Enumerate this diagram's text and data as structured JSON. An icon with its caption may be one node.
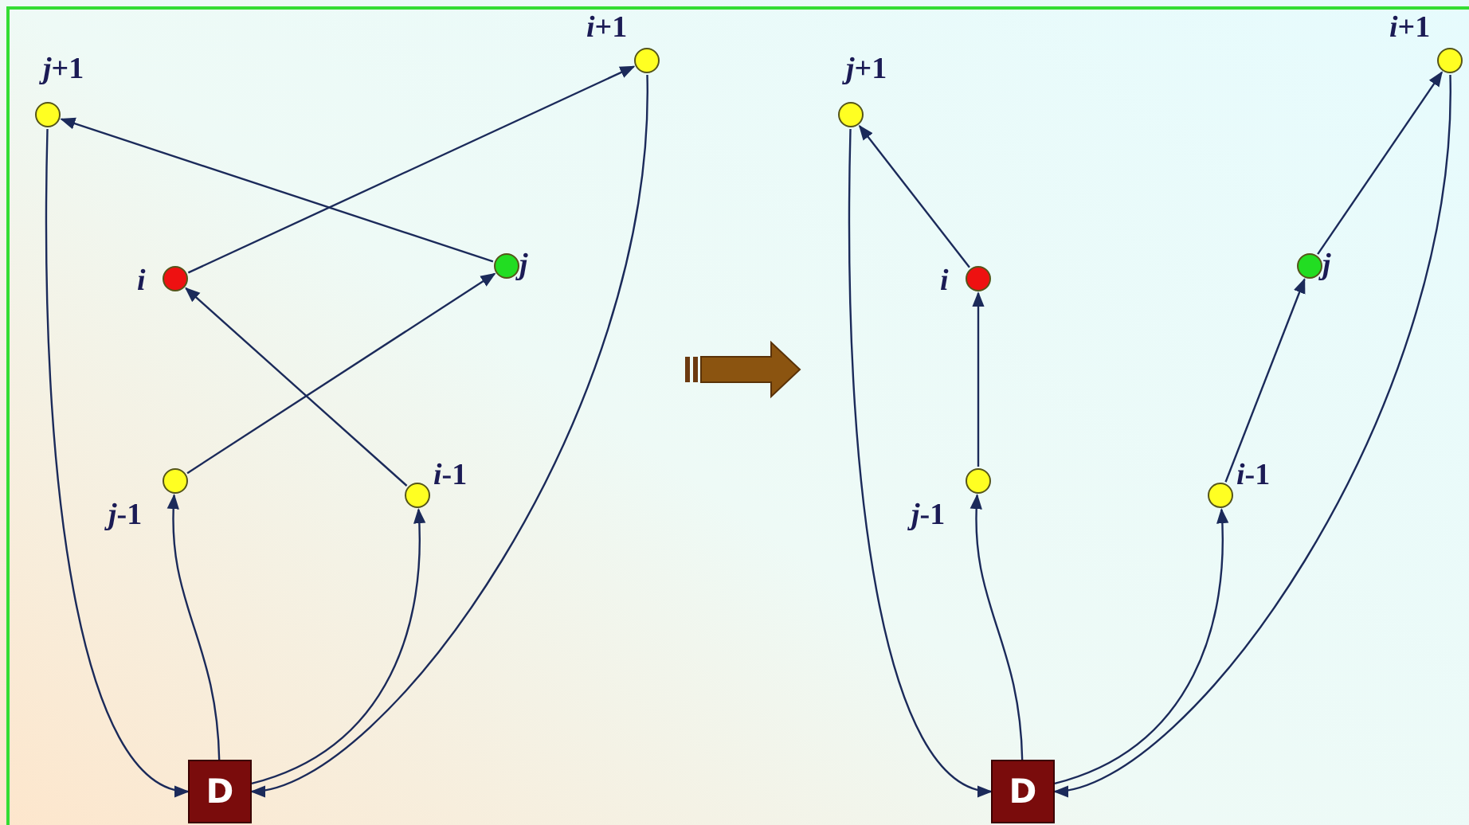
{
  "diagram": {
    "nodes": [
      {
        "text": [],
        "shape": "circle",
        "beside": [
          "*j*+1"
        ]
      },
      {
        "text": [],
        "shape": "circle",
        "beside": [
          "*i*+1"
        ]
      },
      {
        "text": [],
        "shape": "circle",
        "beside": [
          "*i*"
        ]
      },
      {
        "text": [],
        "shape": "circle",
        "beside": [
          "*j*"
        ]
      },
      {
        "text": [],
        "shape": "circle",
        "beside": [
          "*j*-1"
        ]
      },
      {
        "text": [],
        "shape": "circle",
        "beside": [
          "*i*-1"
        ]
      },
      {
        "text": [
          "D"
        ]
      },
      {
        "text": [],
        "shape": "circle",
        "beside": [
          "*j*+1"
        ]
      },
      {
        "text": [],
        "shape": "circle",
        "beside": [
          "*i*+1"
        ]
      },
      {
        "text": [],
        "shape": "circle",
        "beside": [
          "*i*"
        ]
      },
      {
        "text": [],
        "shape": "circle",
        "beside": [
          "*j*"
        ]
      },
      {
        "text": [],
        "shape": "circle",
        "beside": [
          "*j*-1"
        ]
      },
      {
        "text": [],
        "shape": "circle",
        "beside": [
          "*i*-1"
        ]
      },
      {
        "text": [
          "D"
        ]
      }
    ],
    "edges": [
      {
        "from": 3,
        "to": 0,
        "arrow": "to"
      },
      {
        "from": 2,
        "to": 1,
        "arrow": "to"
      },
      {
        "from": 4,
        "to": 3,
        "arrow": "to"
      },
      {
        "from": 5,
        "to": 2,
        "arrow": "to"
      },
      {
        "from": 0,
        "to": 6,
        "arrow": "to"
      },
      {
        "from": 1,
        "to": 6,
        "arrow": "to"
      },
      {
        "from": 6,
        "to": 4,
        "arrow": "to"
      },
      {
        "from": 6,
        "to": 5,
        "arrow": "to"
      },
      {
        "from": 9,
        "to": 7,
        "arrow": "to"
      },
      {
        "from": 10,
        "to": 8,
        "arrow": "to"
      },
      {
        "from": 11,
        "to": 9,
        "arrow": "to"
      },
      {
        "from": 12,
        "to": 10,
        "arrow": "to"
      },
      {
        "from": 7,
        "to": 13,
        "arrow": "to"
      },
      {
        "from": 8,
        "to": 13,
        "arrow": "to"
      },
      {
        "from": 13,
        "to": 11,
        "arrow": "to"
      },
      {
        "from": 13,
        "to": 12,
        "arrow": "to"
      }
    ]
  }
}
